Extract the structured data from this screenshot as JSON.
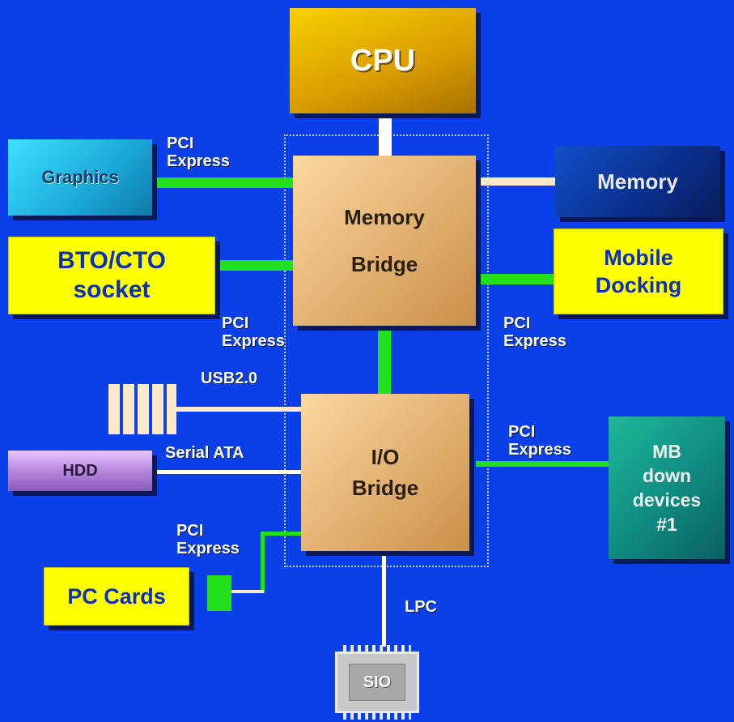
{
  "components": {
    "cpu": "CPU",
    "graphics": "Graphics",
    "memory": "Memory",
    "memory_bridge": [
      "Memory",
      "Bridge"
    ],
    "bto_cto": [
      "BTO/CTO",
      "socket"
    ],
    "mobile_docking": [
      "Mobile",
      "Docking"
    ],
    "io_bridge": [
      "I/O",
      "Bridge"
    ],
    "hdd": "HDD",
    "mb_down": [
      "MB",
      "down",
      "devices",
      "#1"
    ],
    "pc_cards": "PC Cards",
    "sio": "SIO"
  },
  "links": {
    "pci_express_1": [
      "PCI",
      "Express"
    ],
    "pci_express_2": [
      "PCI",
      "Express"
    ],
    "pci_express_3": [
      "PCI",
      "Express"
    ],
    "pci_express_4": [
      "PCI",
      "Express"
    ],
    "pci_express_5": [
      "PCI",
      "Express"
    ],
    "usb": "USB2.0",
    "sata": "Serial ATA",
    "lpc": "LPC"
  },
  "colors": {
    "background": "#0b3fe8",
    "pci_express_link": "#22e01c",
    "yellow_box": "#ffff00",
    "bridge": "#e0b070",
    "cpu": "#e8b800"
  }
}
